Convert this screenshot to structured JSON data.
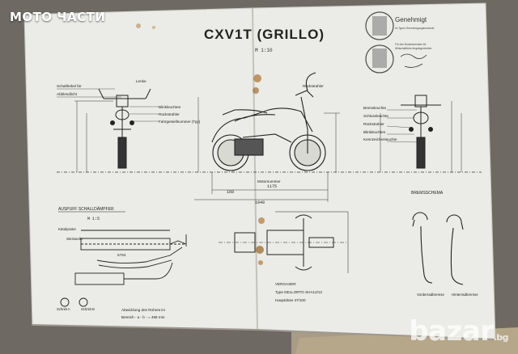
{
  "overlay": {
    "title": "МОТО ЧАСТИ"
  },
  "watermark": {
    "main": "bazar",
    "tld": ".bg"
  },
  "sheet": {
    "title": "CXV1T  (GRILLO)",
    "scale": "M 1:10",
    "stamp": {
      "line1": "Genehmigt",
      "line2": "im Typen-Genehmigungsbescheid",
      "line3": "Für den Bundesminister für",
      "line4": "Wirtschaftliche Angelegenheiten"
    },
    "left_labels": [
      "Schalthebel für",
      "Abblendlicht",
      "Blinkleuchten",
      "Rückstrahler",
      "Fahrgestellnummer (Typ)"
    ],
    "side_labels": [
      "Rückstrahler",
      "Motornummer"
    ],
    "right_labels": [
      "Bremsleuchte",
      "Schlussleuchte",
      "Rückstrahler",
      "Blinkleuchten",
      "Kennzeichenleuchte"
    ],
    "dims": {
      "d1": "160",
      "d2": "1175",
      "d3": "1940"
    },
    "exhaust": {
      "title": "AUSPUFF SCHALLDÄMPFER",
      "scale": "M 1:5",
      "cat": "Katalysator",
      "pipe": "Steinwolle",
      "code": "6784",
      "caption1": "Abwicklung des Rohres im",
      "caption2": "Bereich  - a - b -  = 468 mm",
      "cutA": "Schnitt A",
      "cutB": "Schnitt B"
    },
    "brake": {
      "title": "BREMSSCHEMA",
      "front": "Vorderradbremse",
      "rear": "Hinterradbremse"
    },
    "carb": {
      "title": "VERGASER",
      "line1": "Type  DELLORTO  SHA12/12",
      "line2": "Hauptdüse  37/100"
    },
    "corner_mark": "Lenke"
  }
}
